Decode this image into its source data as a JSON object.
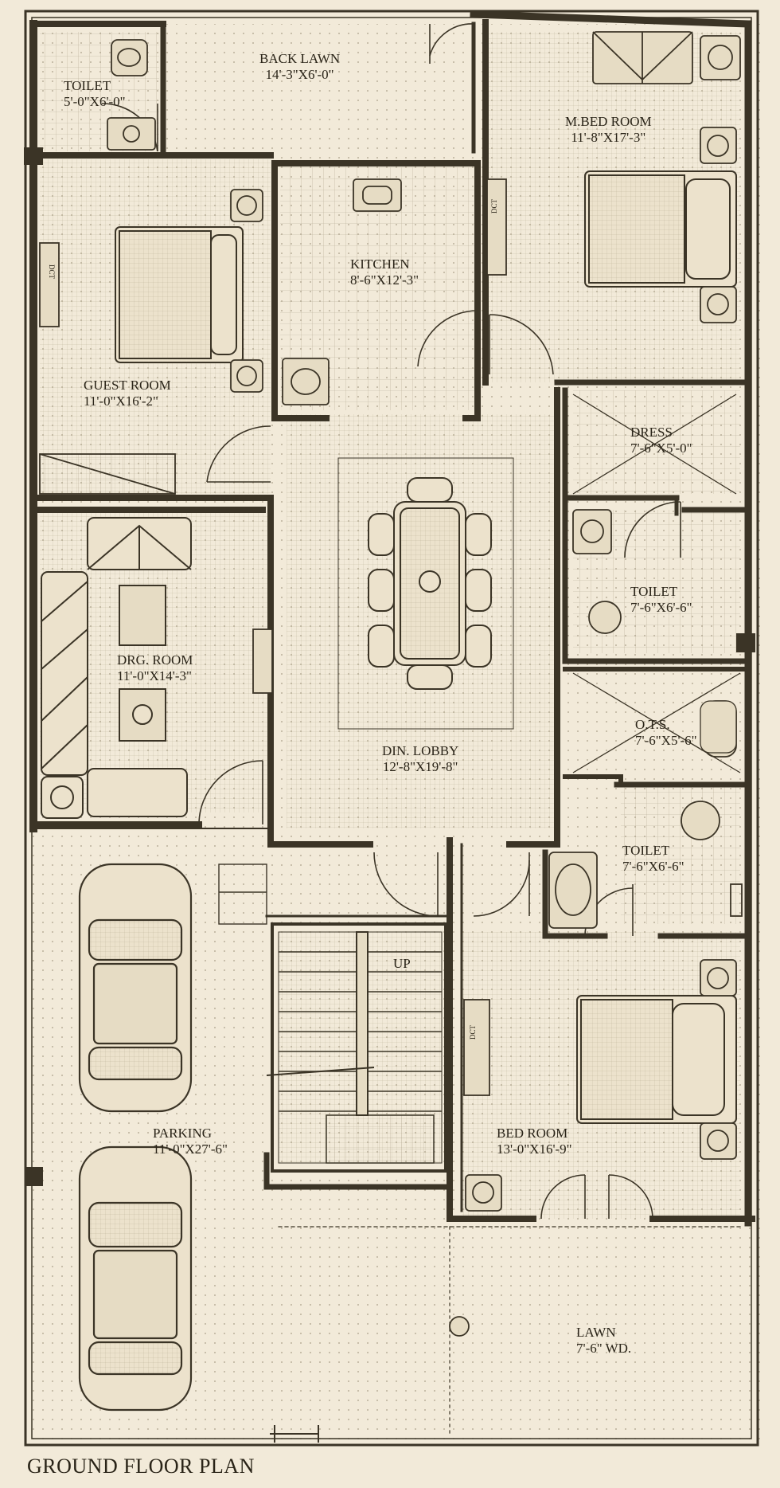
{
  "title": "GROUND FLOOR PLAN",
  "colors": {
    "paper": "#f2ead9",
    "ink": "#2a2418",
    "wall": "#3b3426",
    "hatch": "#8a7f66"
  },
  "rooms": {
    "toilet_top": {
      "name": "TOILET",
      "dims": "5'-0\"X6'-0\""
    },
    "back_lawn": {
      "name": "BACK LAWN",
      "dims": "14'-3\"X6'-0\""
    },
    "master_bed": {
      "name": "M.BED ROOM",
      "dims": "11'-8\"X17'-3\""
    },
    "kitchen": {
      "name": "KITCHEN",
      "dims": "8'-6\"X12'-3\""
    },
    "guest_room": {
      "name": "GUEST ROOM",
      "dims": "11'-0\"X16'-2\""
    },
    "dress": {
      "name": "DRESS",
      "dims": "7'-6\"X5'-0\""
    },
    "toilet_mid": {
      "name": "TOILET",
      "dims": "7'-6\"X6'-6\""
    },
    "drawing_room": {
      "name": "DRG. ROOM",
      "dims": "11'-0\"X14'-3\""
    },
    "ots": {
      "name": "O.T.S.",
      "dims": "7'-6\"X5'-6\""
    },
    "dining_lobby": {
      "name": "DIN. LOBBY",
      "dims": "12'-8\"X19'-8\""
    },
    "toilet_low": {
      "name": "TOILET",
      "dims": "7'-6\"X6'-6\""
    },
    "stair": {
      "name": "UP"
    },
    "parking": {
      "name": "PARKING",
      "dims": "11'-0\"X27'-6\""
    },
    "bed_room": {
      "name": "BED ROOM",
      "dims": "13'-0\"X16'-9\""
    },
    "lawn": {
      "name": "LAWN",
      "dims": "7'-6\" WD."
    }
  },
  "marks": {
    "dct": "DCT"
  }
}
